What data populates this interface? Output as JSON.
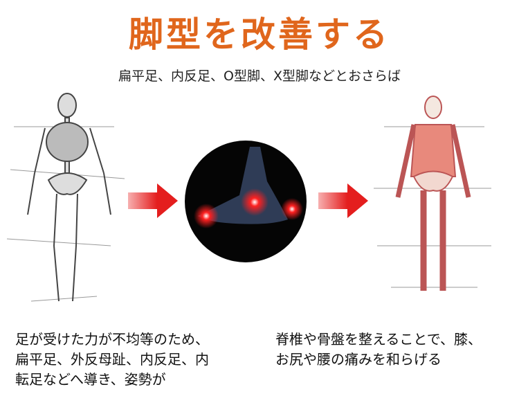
{
  "title": "脚型を改善する",
  "subtitle": "扁平足、内反足、O型脚、X型脚などとおさらば",
  "colors": {
    "title": "#e0661c",
    "arrow": "#e41e1e",
    "pain": "#ff2020",
    "healthy_body": "#e8897c"
  },
  "left_caption": [
    "足が受けた力が不均等のため、",
    "扁平足、外反母趾、内反足、内",
    "転足などへ導き、姿勢が"
  ],
  "right_caption": [
    "脊椎や骨盤を整えることで、膝、",
    "お尻や腰の痛みを和らげる"
  ]
}
